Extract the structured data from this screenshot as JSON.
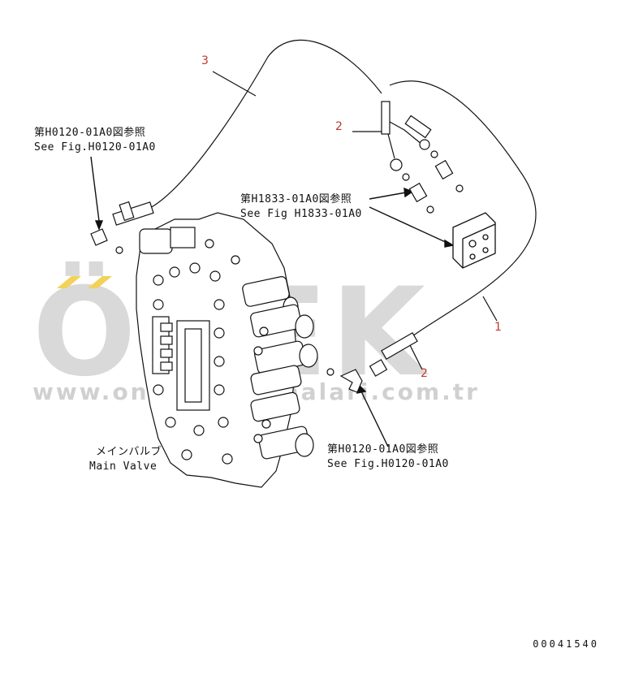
{
  "watermark": {
    "brand": "ÖNEK",
    "url": "www.onekismakinalari.com.tr",
    "accent_color": "#f2d25a"
  },
  "callouts": {
    "one": "1",
    "two_upper": "2",
    "two_lower": "2",
    "three": "3"
  },
  "references": {
    "top_left_jp": "第H0120-01A0図参照",
    "top_left_en": "See Fig.H0120-01A0",
    "mid_jp": "第H1833-01A0図参照",
    "mid_en": "See Fig H1833-01A0",
    "bottom_jp": "第H0120-01A0図参照",
    "bottom_en": "See Fig.H0120-01A0"
  },
  "part_labels": {
    "main_valve_jp": "メインバルブ",
    "main_valve_en": "Main Valve"
  },
  "document_number": "00041540",
  "colors": {
    "line": "#111111",
    "callout_number": "#c0392b",
    "watermark_text": "#d9d9d9"
  }
}
